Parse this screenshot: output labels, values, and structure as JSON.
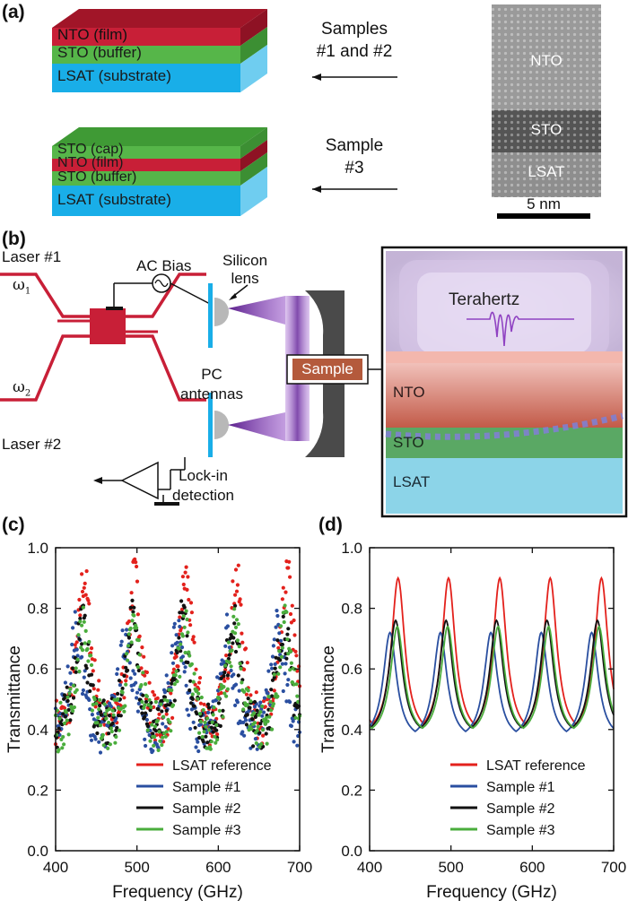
{
  "panel_a": {
    "label": "(a)",
    "stack1": {
      "layers": [
        {
          "name": "NTO (film)",
          "color": "#c81f37"
        },
        {
          "name": "STO (buffer)",
          "color": "#56b649"
        },
        {
          "name": "LSAT (substrate)",
          "color": "#19aee8"
        }
      ],
      "arrow_label_line1": "Samples",
      "arrow_label_line2": "#1 and #2"
    },
    "stack2": {
      "layers": [
        {
          "name": "STO (cap)",
          "color": "#56b649"
        },
        {
          "name": "NTO (film)",
          "color": "#c81f37"
        },
        {
          "name": "STO (buffer)",
          "color": "#56b649"
        },
        {
          "name": "LSAT (substrate)",
          "color": "#19aee8"
        }
      ],
      "arrow_label_line1": "Sample",
      "arrow_label_line2": "#3"
    },
    "micrograph": {
      "nto": "NTO",
      "sto": "STO",
      "lsat": "LSAT",
      "scale_bar": "5 nm"
    }
  },
  "panel_b": {
    "label": "(b)",
    "laser1": "Laser #1",
    "laser2": "Laser #2",
    "omega1": "ω",
    "omega1_sub": "1",
    "omega2": "ω",
    "omega2_sub": "2",
    "ac_bias": "AC Bias",
    "silicon_lens_line1": "Silicon",
    "silicon_lens_line2": "lens",
    "pc_line1": "PC",
    "pc_line2": "antennas",
    "lockin_line1": "Lock-in",
    "lockin_line2": "detection",
    "sample": "Sample",
    "terahertz": "Terahertz",
    "inset_nto": "NTO",
    "inset_sto": "STO",
    "inset_lsat": "LSAT"
  },
  "chart_data": [
    {
      "type": "scatter",
      "panel": "(c)",
      "xlabel": "Frequency (GHz)",
      "ylabel": "Transmittance",
      "xlim": [
        400,
        700
      ],
      "ylim": [
        0.0,
        1.0
      ],
      "xticks": [
        400,
        500,
        600,
        700
      ],
      "yticks": [
        0.0,
        0.2,
        0.4,
        0.6,
        0.8,
        1.0
      ],
      "legend_position": "bottom-right",
      "series": [
        {
          "name": "LSAT reference",
          "color": "#e3211c",
          "peaks_ghz": [
            435,
            497,
            560,
            622,
            685
          ],
          "peak": 0.9,
          "trough": 0.37
        },
        {
          "name": "Sample #1",
          "color": "#2a4fa0",
          "peaks_ghz": [
            425,
            487,
            549,
            611,
            673
          ],
          "peak": 0.72,
          "trough": 0.36
        },
        {
          "name": "Sample #2",
          "color": "#111111",
          "peaks_ghz": [
            432,
            494,
            556,
            618,
            680
          ],
          "peak": 0.76,
          "trough": 0.37
        },
        {
          "name": "Sample #3",
          "color": "#4aad3c",
          "peaks_ghz": [
            434,
            496,
            558,
            620,
            682
          ],
          "peak": 0.74,
          "trough": 0.37
        }
      ]
    },
    {
      "type": "line",
      "panel": "(d)",
      "xlabel": "Frequency (GHz)",
      "ylabel": "Transmittance",
      "xlim": [
        400,
        700
      ],
      "ylim": [
        0.0,
        1.0
      ],
      "xticks": [
        400,
        500,
        600,
        700
      ],
      "yticks": [
        0.0,
        0.2,
        0.4,
        0.6,
        0.8,
        1.0
      ],
      "legend_position": "bottom-right",
      "series": [
        {
          "name": "LSAT reference",
          "color": "#e3211c",
          "peaks_ghz": [
            435,
            497,
            560,
            622,
            685
          ],
          "peak": 0.9,
          "trough": 0.37
        },
        {
          "name": "Sample #1",
          "color": "#2a4fa0",
          "peaks_ghz": [
            425,
            487,
            549,
            611,
            673
          ],
          "peak": 0.72,
          "trough": 0.36
        },
        {
          "name": "Sample #2",
          "color": "#111111",
          "peaks_ghz": [
            432,
            494,
            556,
            618,
            680
          ],
          "peak": 0.76,
          "trough": 0.37
        },
        {
          "name": "Sample #3",
          "color": "#4aad3c",
          "peaks_ghz": [
            434,
            496,
            558,
            620,
            682
          ],
          "peak": 0.74,
          "trough": 0.37
        }
      ]
    }
  ]
}
